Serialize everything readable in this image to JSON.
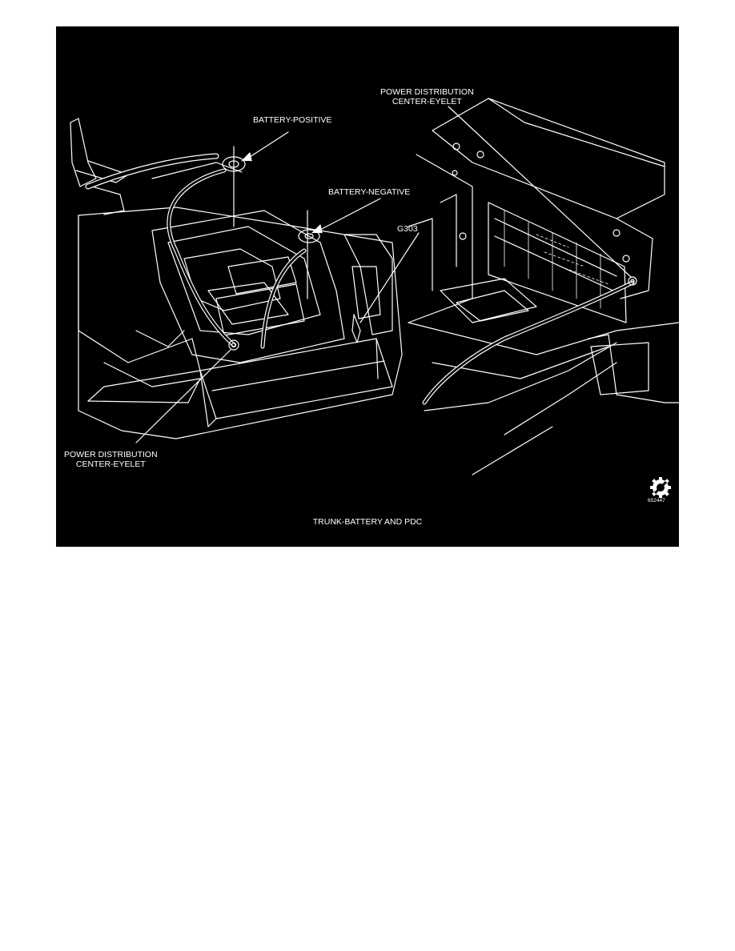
{
  "figure": {
    "callouts": {
      "pdc_eyelet_top": [
        "POWER DISTRIBUTION",
        "CENTER-EYELET"
      ],
      "battery_positive": "BATTERY-POSITIVE",
      "battery_negative": "BATTERY-NEGATIVE",
      "g303": "G303",
      "pdc_eyelet_bottom": [
        "POWER DISTRIBUTION",
        "CENTER-EYELET"
      ]
    },
    "caption": "TRUNK-BATTERY AND PDC",
    "figure_id": "652447",
    "logo_icon": "gear-slash-icon"
  }
}
